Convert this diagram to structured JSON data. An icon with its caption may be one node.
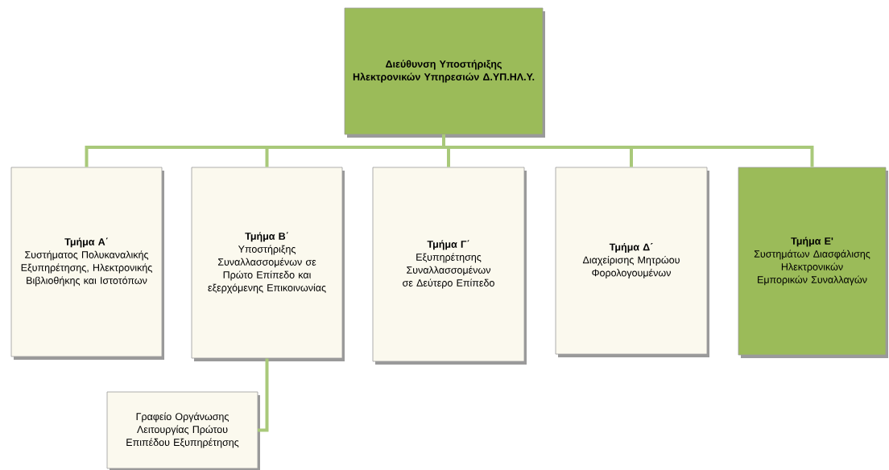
{
  "diagram": {
    "nodes": [
      {
        "text": [
          "Διεύθυνση Υποστήριξης Ηλεκτρονικών Υπηρεσιών Δ.ΥΠ.ΗΛ.Υ."
        ]
      },
      {
        "text": [
          "Τμήμα Α΄",
          "Συστήματος Πολυκαναλικής Εξυπηρέτησης, Ηλεκτρονικής Βιβλιοθήκης και Ιστοτόπων"
        ]
      },
      {
        "text": [
          "Τμήμα Β΄",
          "Υποστήριξης Συναλλασσομένων σε Πρώτο Επίπεδο και εξερχόμενης Επικοινωνίας"
        ]
      },
      {
        "text": [
          "Τμήμα Γ΄",
          "Εξυπηρέτησης Συναλλασσομένων σε Δεύτερο Επίπεδο"
        ]
      },
      {
        "text": [
          "Τμήμα Δ΄",
          "Διαχείρισης Μητρώου Φορολογουμένων"
        ]
      },
      {
        "text": [
          "Τμήμα Ε'",
          "Συστημάτων Διασφάλισης Ηλεκτρονικών Εμπορικών Συναλλαγών"
        ]
      },
      {
        "text": [
          "Γραφείο Οργάνωσης Λειτουργίας Πρώτου Επιπέδου Εξυπηρέτησης"
        ]
      }
    ],
    "edges": [
      {
        "from": 0,
        "to": 1,
        "arrow": "none"
      },
      {
        "from": 0,
        "to": 2,
        "arrow": "none"
      },
      {
        "from": 0,
        "to": 3,
        "arrow": "none"
      },
      {
        "from": 0,
        "to": 4,
        "arrow": "none"
      },
      {
        "from": 0,
        "to": 5,
        "arrow": "none"
      },
      {
        "from": 2,
        "to": 6,
        "arrow": "none"
      }
    ]
  }
}
